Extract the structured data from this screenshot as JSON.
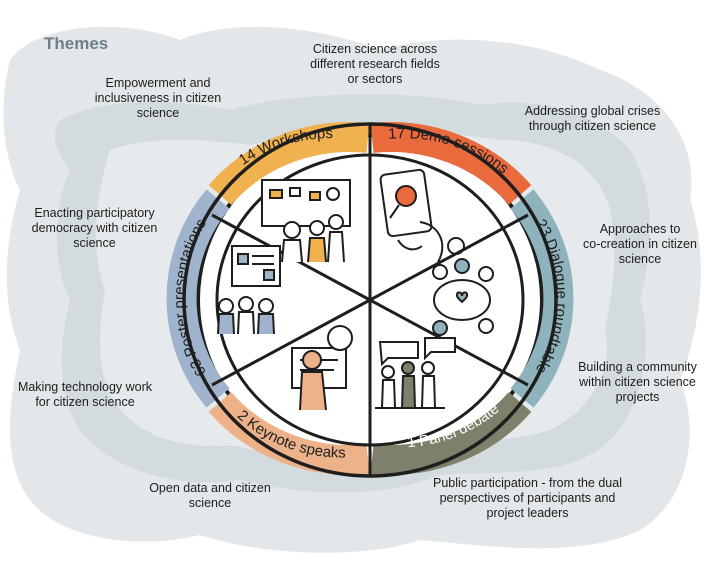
{
  "title": "Themes",
  "colors": {
    "background": "#ffffff",
    "cloud": "#dfe4e6",
    "outline": "#1e1e1e",
    "workshops": "#f0b24f",
    "demo": "#e96a3c",
    "dialogue": "#8fb3bd",
    "panel": "#7e806c",
    "keynote": "#eeb28b",
    "poster": "#9fb3cc"
  },
  "themes": [
    "Citizen science across\ndifferent research fields\nor sectors",
    "Empowerment and\ninclusiveness in citizen\nscience",
    "Addressing global crises\nthrough citizen science",
    "Enacting participatory\ndemocracy with citizen\nscience",
    "Approaches to\nco-creation in citizen\nscience",
    "Building a community\nwithin citizen science\nprojects",
    "Making technology work\nfor citizen science",
    "Open data and citizen\nscience",
    "Public participation - from the dual\nperspectives of participants and\nproject leaders"
  ],
  "sessions": [
    {
      "label": "14 Workshops",
      "icon": "workshop-board-icon"
    },
    {
      "label": "17 Demo sessions",
      "icon": "tablet-magnifier-icon"
    },
    {
      "label": "23 Dialogue roundtable",
      "icon": "roundtable-icon"
    },
    {
      "label": "1 Panel debate",
      "icon": "panel-debate-icon"
    },
    {
      "label": "2 Keynote speaks",
      "icon": "keynote-speaker-icon"
    },
    {
      "label": "63 Poster presentations",
      "icon": "poster-icon"
    }
  ]
}
